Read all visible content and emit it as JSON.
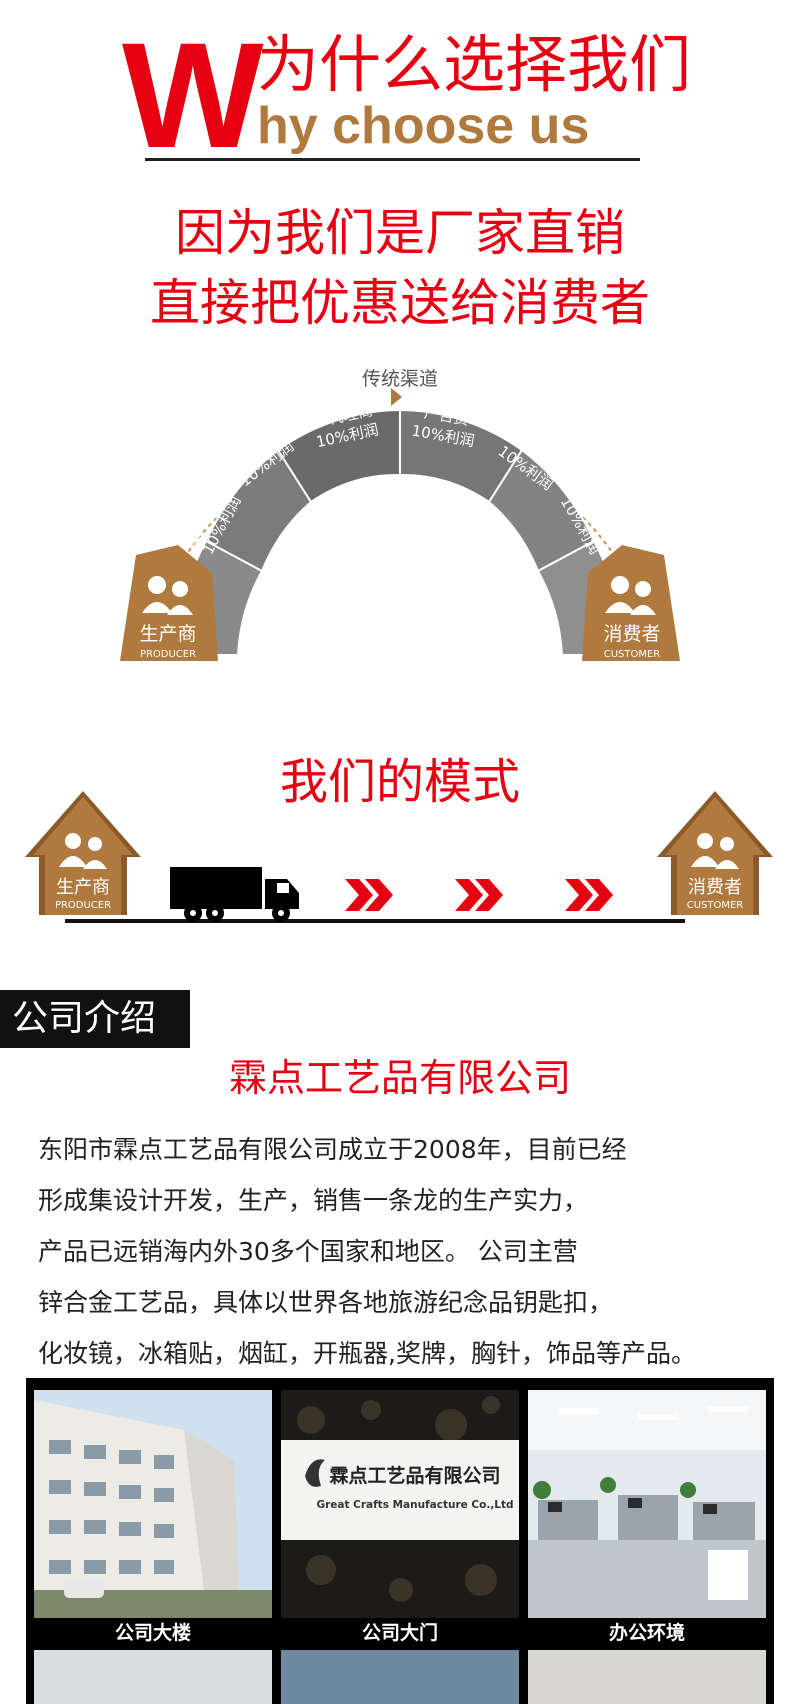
{
  "header": {
    "big_letter": "W",
    "title_cn": "为什么选择我们",
    "title_en": "hy choose us"
  },
  "slogan": {
    "line1": "因为我们是厂家直销",
    "line2": "直接把优惠送给消费者"
  },
  "arch": {
    "top_label": "传统渠道",
    "segments": [
      {
        "title": "总批发商",
        "profit": "10%利润"
      },
      {
        "title": "省代理商",
        "profit": "10%利润"
      },
      {
        "title": "市代理商",
        "profit": "10%利润"
      },
      {
        "title": "广告费",
        "profit": "10%利润"
      },
      {
        "title": "运输成本",
        "profit": "10%利润"
      },
      {
        "title": "百货专柜",
        "profit": "10%利润"
      }
    ],
    "producer_cn": "生产商",
    "producer_en": "PRODUCER",
    "customer_cn": "消费者",
    "customer_en": "CUSTOMER"
  },
  "mode": {
    "title": "我们的模式",
    "producer_cn": "生产商",
    "producer_en": "PRODUCER",
    "customer_cn": "消费者",
    "customer_en": "CUSTOMER"
  },
  "company": {
    "section_title": "公司介绍",
    "name": "霖点工艺品有限公司",
    "description": [
      "东阳市霖点工艺品有限公司成立于2008年，目前已经",
      "形成集设计开发，生产，销售一条龙的生产实力，",
      "产品已远销海内外30多个国家和地区。 公司主营",
      "锌合金工艺品，具体以世界各地旅游纪念品钥匙扣，",
      "化妆镜，冰箱贴，烟缸，开瓶器,奖牌，胸针，饰品等产品。"
    ],
    "photos": [
      {
        "caption": "公司大楼"
      },
      {
        "caption": "公司大门",
        "sign_cn": "霖点工艺品有限公司",
        "sign_en": "Great Crafts Manufacture Co.,Ltd"
      },
      {
        "caption": "办公环境"
      }
    ]
  },
  "colors": {
    "accent_red": "#e60012",
    "brown": "#b07a3f",
    "arch_gray": "#6e6e6e"
  }
}
